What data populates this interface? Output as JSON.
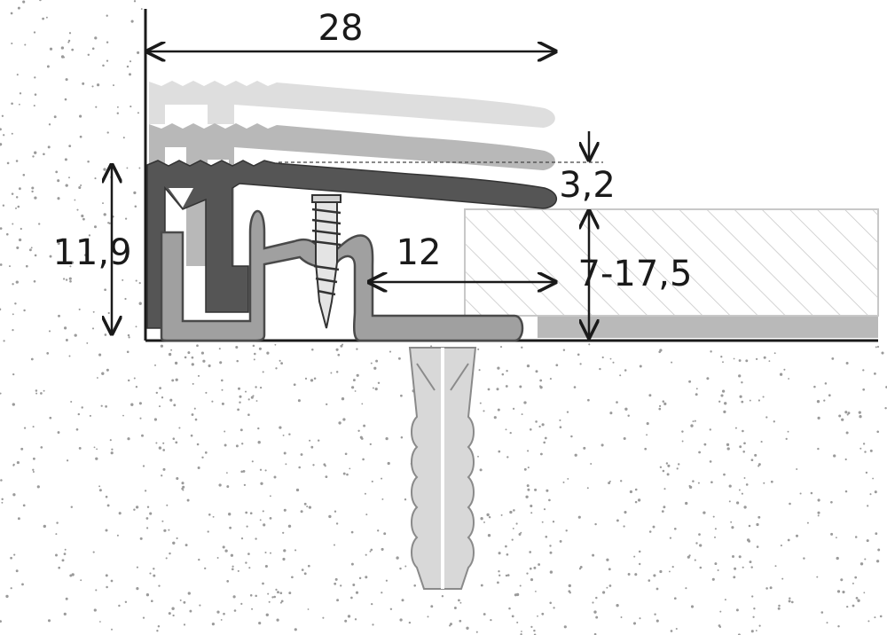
{
  "dimensions": {
    "width_top": "28",
    "height_left": "11,9",
    "lip_thickness": "3,2",
    "overlap": "12",
    "floor_range": "7-17,5"
  },
  "colors": {
    "background": "#ffffff",
    "speckle": "#9a9a9a",
    "line": "#1a1a1a",
    "profile_light": "#dedede",
    "profile_mid": "#b8b8b8",
    "profile_dark": "#555555",
    "base_profile": "#9e9e9e",
    "floor_covering_stroke": "#c8c8c8",
    "dowel": "#d8d8d8"
  },
  "components": {
    "profile_positions": [
      "upper-light",
      "middle-mid",
      "lower-dark"
    ],
    "screw": "screw-icon",
    "dowel": "wall-plug-icon",
    "floor_covering": "hatched-floor-covering"
  }
}
